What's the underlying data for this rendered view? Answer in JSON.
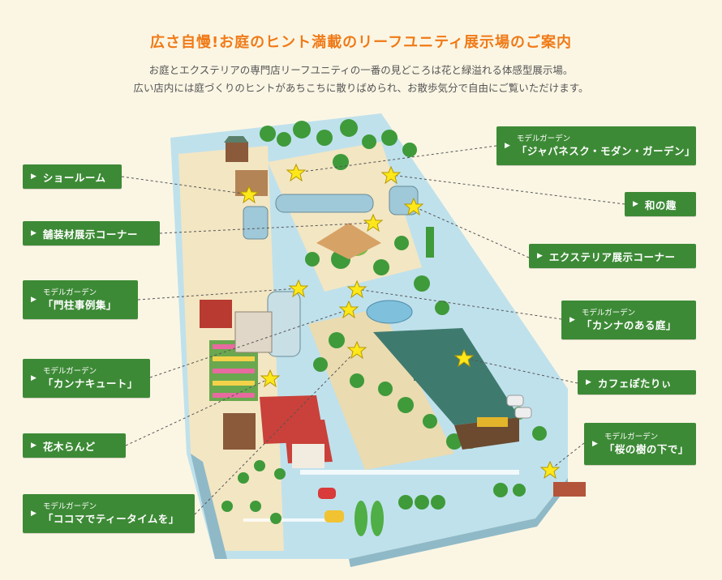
{
  "header": {
    "title": "広さ自慢!お庭のヒント満載のリーフユニティ展示場のご案内",
    "lead": [
      "お庭とエクステリアの専門店リーフユニティの一番の見どころは花と緑溢れる体感型展示場。",
      "広い店内には庭づくりのヒントがあちこちに散りばめられ、お散歩気分で自由にご覧いただけます。"
    ]
  },
  "colors": {
    "title": "#f07a17",
    "label_bg": "#3d8a36",
    "star": "#ffe81a",
    "ground": "#bfe1ec",
    "path": "#f3e6c3"
  },
  "labels": {
    "showroom": {
      "main": "ショールーム"
    },
    "paving": {
      "main": "舗装材展示コーナー"
    },
    "monchu": {
      "sub": "モデルガーデン",
      "main": "「門柱事例集」"
    },
    "kanna_cute": {
      "sub": "モデルガーデン",
      "main": "「カンナキュート」"
    },
    "kaboku": {
      "main": "花木らんど"
    },
    "cocoma": {
      "sub": "モデルガーデン",
      "main": "「ココマでティータイムを」"
    },
    "japanesque": {
      "sub": "モデルガーデン",
      "main": "「ジャパネスク・モダン・ガーデン」"
    },
    "wa": {
      "main": "和の趣"
    },
    "exterior": {
      "main": "エクステリア展示コーナー"
    },
    "kanna_garden": {
      "sub": "モデルガーデン",
      "main": "「カンナのある庭」"
    },
    "cafe": {
      "main": "カフェぽたりぃ"
    },
    "sakura": {
      "sub": "モデルガーデン",
      "main": "「桜の樹の下で」"
    }
  },
  "map_icons": [
    "star-marker",
    "tree-icon",
    "building-icon",
    "greenhouse-icon",
    "car-icon"
  ]
}
